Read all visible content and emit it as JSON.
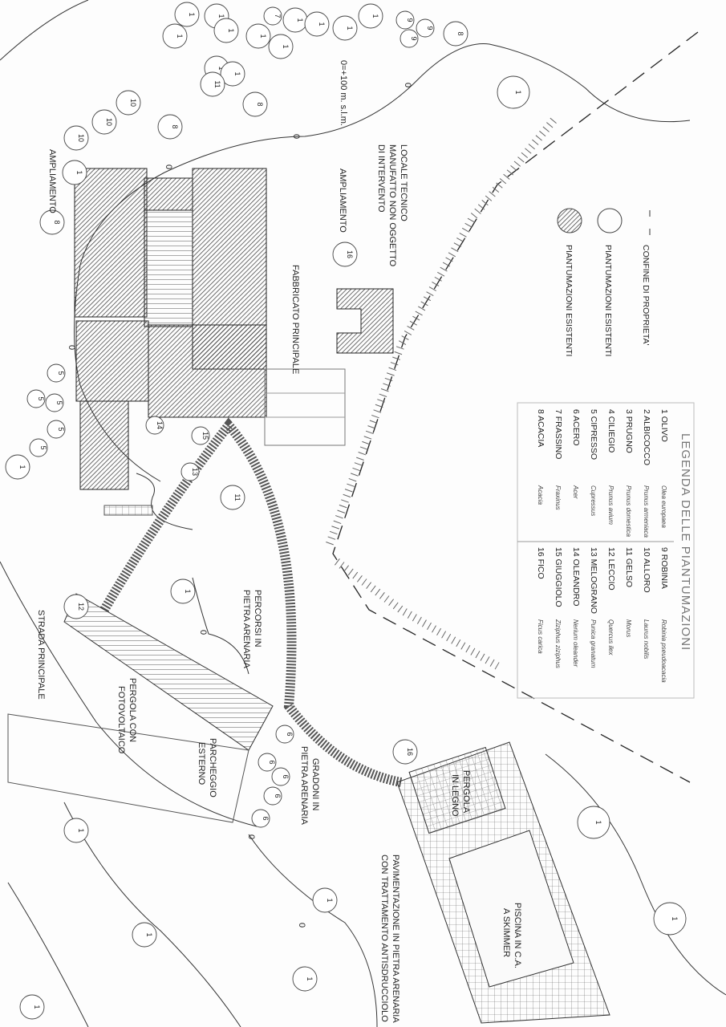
{
  "legend": {
    "title": "LEGENDA DELLE PIANTUMAZIONI",
    "symbols": [
      {
        "label": "CONFINE DI PROPRIETA'",
        "icon": "dashed-line-icon"
      },
      {
        "label": "PIANTUMAZIONI ESISTENTI",
        "icon": "tree-outline-icon"
      },
      {
        "label": "PIANTUMAZIONI ESISTENTI",
        "icon": "tree-hatched-icon"
      }
    ],
    "species": [
      {
        "num": "1",
        "name": "OLIVO",
        "latin": "Olea europaea"
      },
      {
        "num": "2",
        "name": "ALBICOCCO",
        "latin": "Prunus armeniaca"
      },
      {
        "num": "3",
        "name": "PRUGNO",
        "latin": "Prunus domestica"
      },
      {
        "num": "4",
        "name": "CILIEGIO",
        "latin": "Prunus avium"
      },
      {
        "num": "5",
        "name": "CIPRESSO",
        "latin": "Cupressus"
      },
      {
        "num": "6",
        "name": "ACERO",
        "latin": "Acer"
      },
      {
        "num": "7",
        "name": "FRASSINO",
        "latin": "Fraxinus"
      },
      {
        "num": "8",
        "name": "ACACIA",
        "latin": "Acacia"
      },
      {
        "num": "9",
        "name": "ROBINIA",
        "latin": "Robinia pseudoacacia"
      },
      {
        "num": "10",
        "name": "ALLORO",
        "latin": "Laurus nobilis"
      },
      {
        "num": "11",
        "name": "GELSO",
        "latin": "Morus"
      },
      {
        "num": "12",
        "name": "LECCIO",
        "latin": "Quercus ilex"
      },
      {
        "num": "13",
        "name": "MELOGRANO",
        "latin": "Punica granatum"
      },
      {
        "num": "14",
        "name": "OLEANDRO",
        "latin": "Nerium oleander"
      },
      {
        "num": "15",
        "name": "GIUGGIOLO",
        "latin": "Ziziphus ziziphus"
      },
      {
        "num": "16",
        "name": "FICO",
        "latin": "Ficus carica"
      }
    ]
  },
  "labels": {
    "elevation": "0=+100 m. s.l.m.",
    "contour": "0",
    "main_building": "FABBRICATO PRINCIPALE",
    "extension": "AMPLIAMENTO",
    "tech_room_1": "LOCALE TECNICO",
    "tech_room_2": "MANUFATTO NON OGGETTO",
    "tech_room_3": "DI INTERVENTO",
    "paths_1": "PERCORSI IN",
    "paths_2": "PIETRA ARENARIA",
    "main_road": "STRADA PRINCIPALE",
    "pv_pergola_1": "PERGOLA CON",
    "pv_pergola_2": "FOTOVOLTAICO",
    "parking_1": "PARCHEGGIO",
    "parking_2": "ESTERNO",
    "steps_1": "GRADONI IN",
    "steps_2": "PIETRA ARENARIA",
    "wood_pergola_1": "PERGOLA",
    "wood_pergola_2": "IN LEGNO",
    "pool_1": "PISCINA IN C.A.",
    "pool_2": "A SKIMMER",
    "paving_1": "PAVIMENTAZIONE IN PIETRA ARENARIA",
    "paving_2": "CON TRATTAMENTO ANTISDRUCCIOLO"
  },
  "trees": [
    "1",
    "1",
    "1",
    "1",
    "1",
    "1",
    "1",
    "7",
    "1",
    "1",
    "1",
    "9",
    "9",
    "9",
    "8",
    "1",
    "1",
    "1",
    "11",
    "8",
    "10",
    "10",
    "10",
    "8",
    "1",
    "8",
    "16",
    "5",
    "5",
    "5",
    "5",
    "5",
    "1",
    "14",
    "15",
    "13",
    "11",
    "1",
    "12",
    "6",
    "6",
    "6",
    "6",
    "6",
    "16",
    "1",
    "1",
    "1",
    "1",
    "1",
    "1",
    "1"
  ]
}
